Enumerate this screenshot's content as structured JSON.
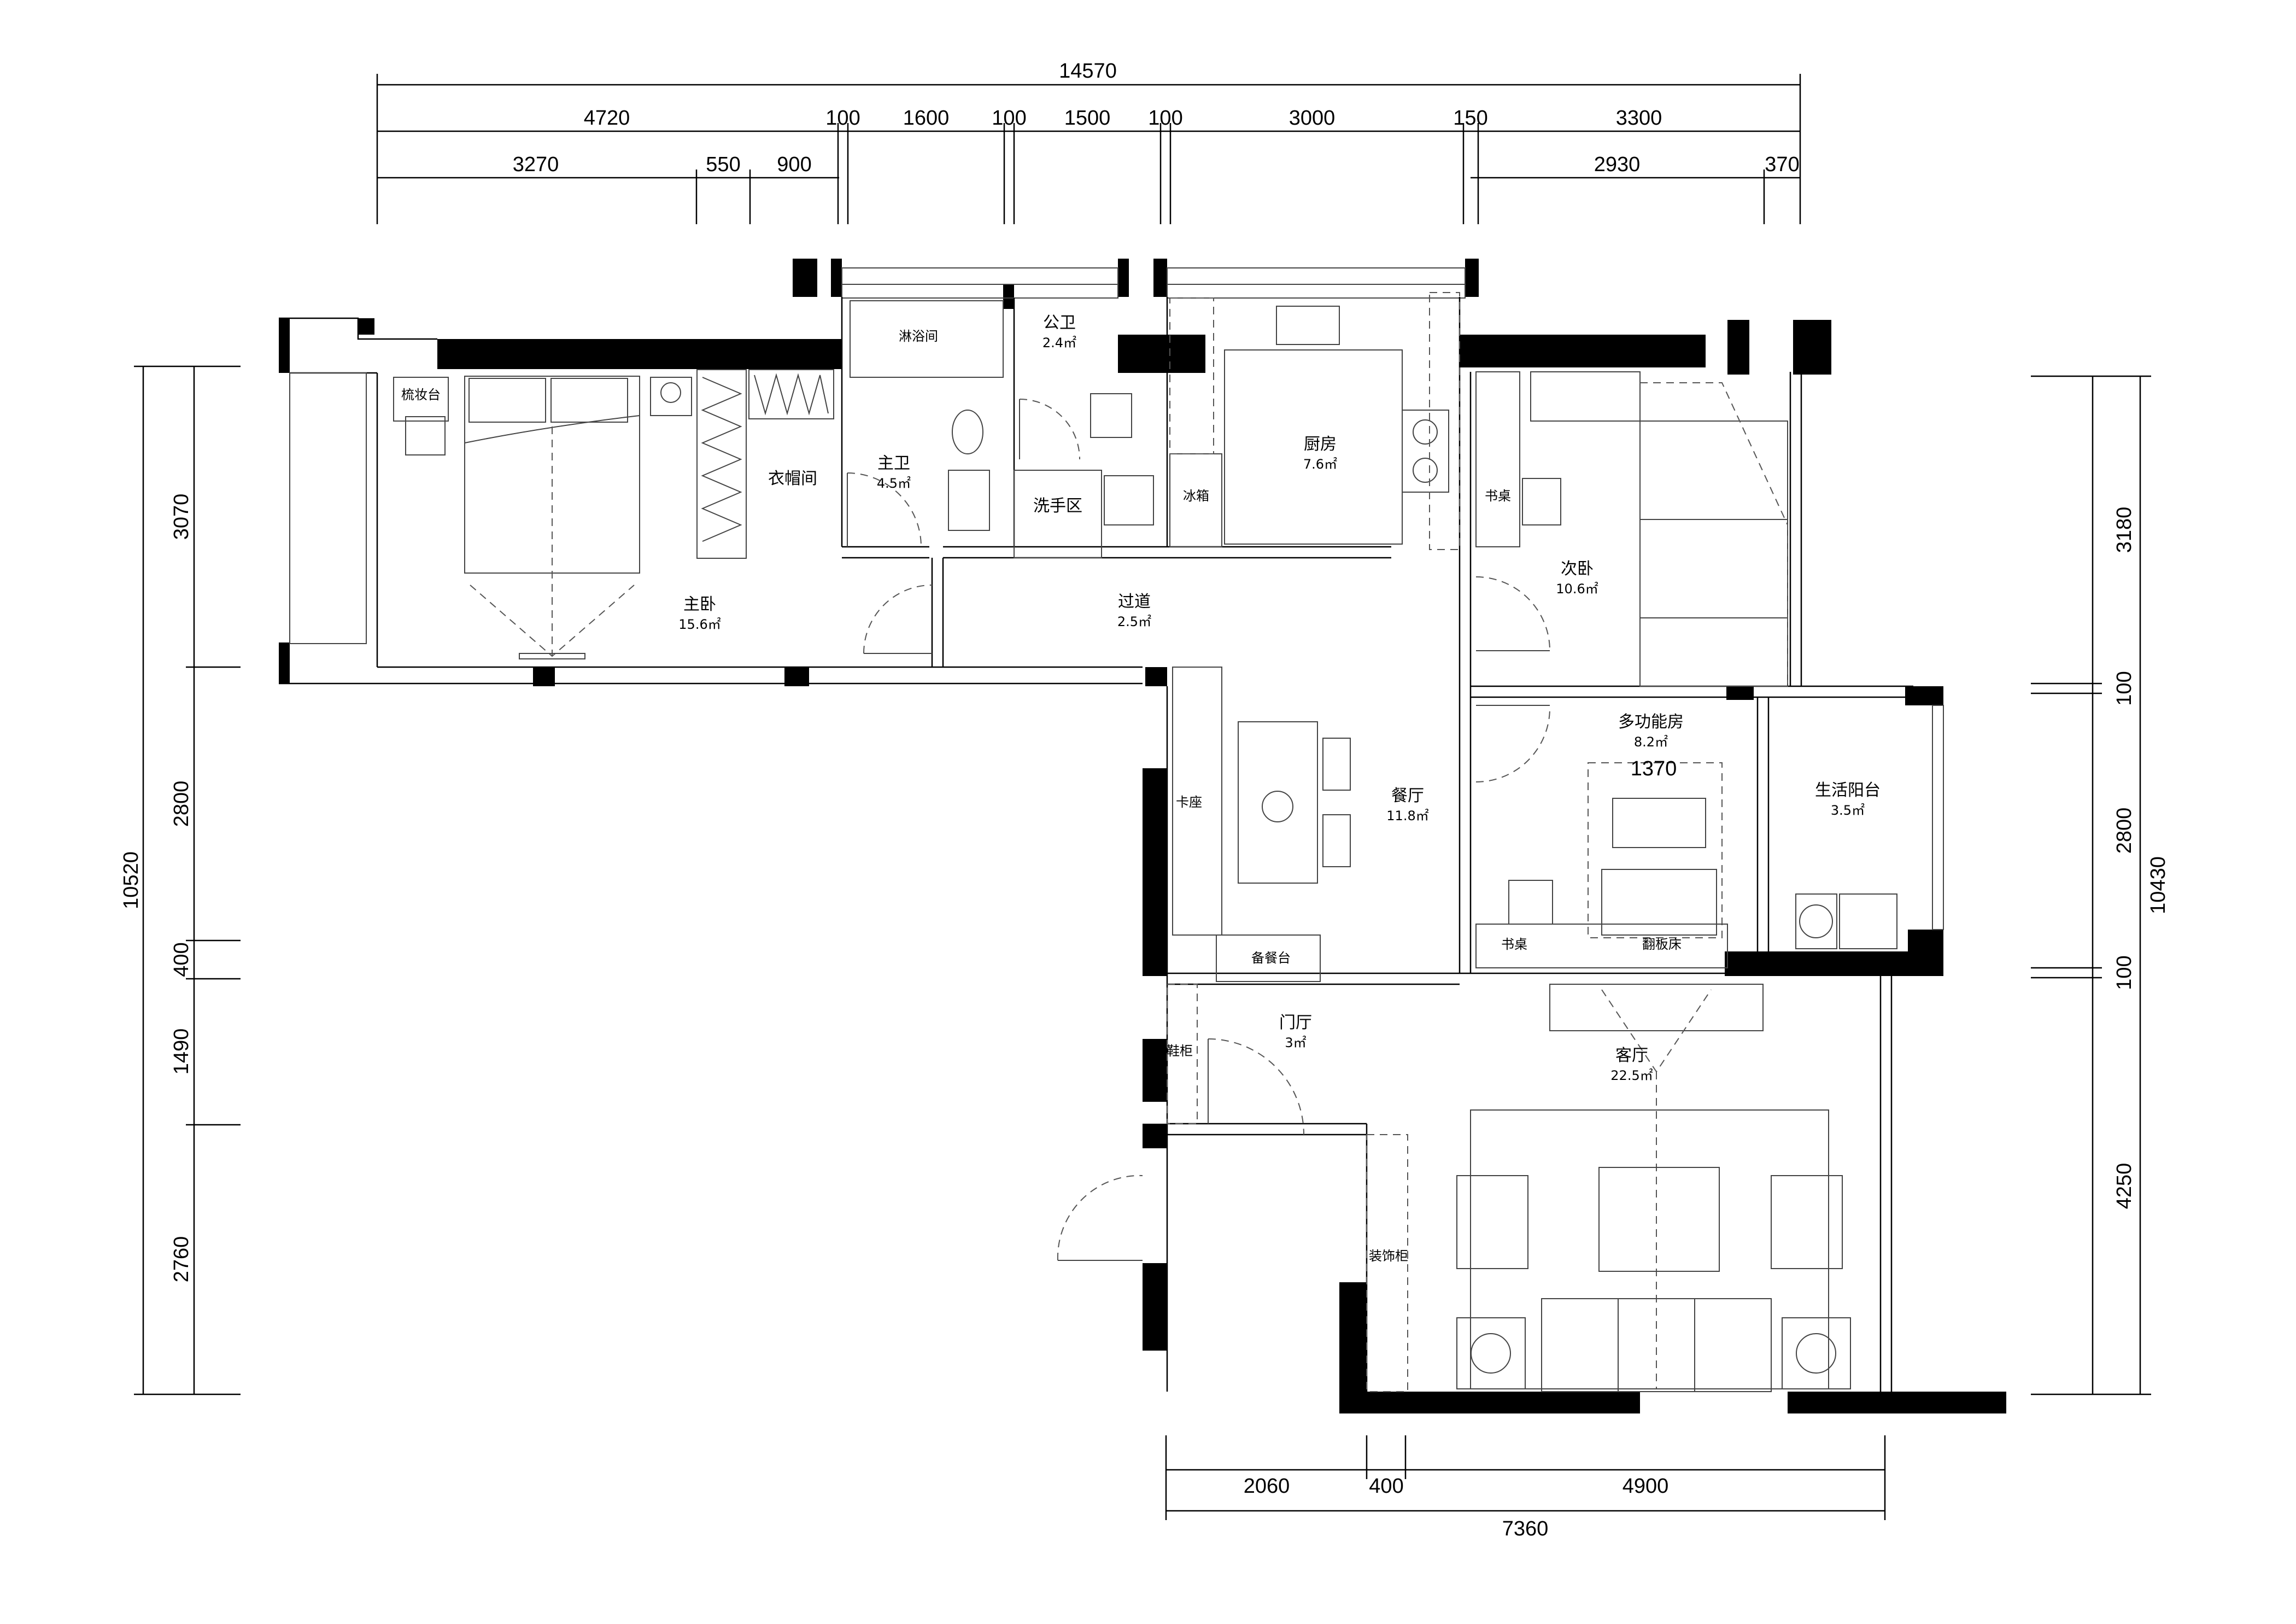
{
  "dimensions": {
    "top_total": "14570",
    "top_row1": [
      "4720",
      "100",
      "1600",
      "100",
      "1500",
      "100",
      "3000",
      "150",
      "3300"
    ],
    "top_row2": [
      "3270",
      "550",
      "900",
      "2930",
      "370"
    ],
    "left_total": "10520",
    "left_segments": [
      "3070",
      "2800",
      "400",
      "1490",
      "2760"
    ],
    "right_total": "10430",
    "right_segments": [
      "3180",
      "100",
      "2800",
      "100",
      "4250"
    ],
    "bottom_segments": [
      "2060",
      "400",
      "4900"
    ],
    "bottom_total": "7360",
    "bed_width": "1370"
  },
  "rooms": {
    "master_bedroom": {
      "name": "主卧",
      "area": "15.6㎡"
    },
    "walk_in_closet": {
      "name": "衣帽间"
    },
    "master_bath": {
      "name": "主卫",
      "area": "4.5㎡"
    },
    "shower": {
      "name": "淋浴间"
    },
    "public_bath": {
      "name": "公卫",
      "area": "2.4㎡"
    },
    "wash_area": {
      "name": "洗手区"
    },
    "fridge": {
      "name": "冰箱"
    },
    "kitchen": {
      "name": "厨房",
      "area": "7.6㎡"
    },
    "corridor": {
      "name": "过道",
      "area": "2.5㎡"
    },
    "second_bedroom": {
      "name": "次卧",
      "area": "10.6㎡"
    },
    "dining": {
      "name": "餐厅",
      "area": "11.8㎡"
    },
    "multi_room": {
      "name": "多功能房",
      "area": "8.2㎡"
    },
    "utility_balcony": {
      "name": "生活阳台",
      "area": "3.5㎡"
    },
    "foyer": {
      "name": "门厅",
      "area": "3㎡"
    },
    "living": {
      "name": "客厅",
      "area": "22.5㎡"
    }
  },
  "fixtures": {
    "vanity": "梳妆台",
    "desk_a": "书桌",
    "desk_b": "书桌",
    "booth_seat": "卡座",
    "sideboard": "备餐台",
    "shoe_cabinet": "鞋柜",
    "murphy_bed": "翻板床",
    "display_cabinet": "装饰柜"
  }
}
